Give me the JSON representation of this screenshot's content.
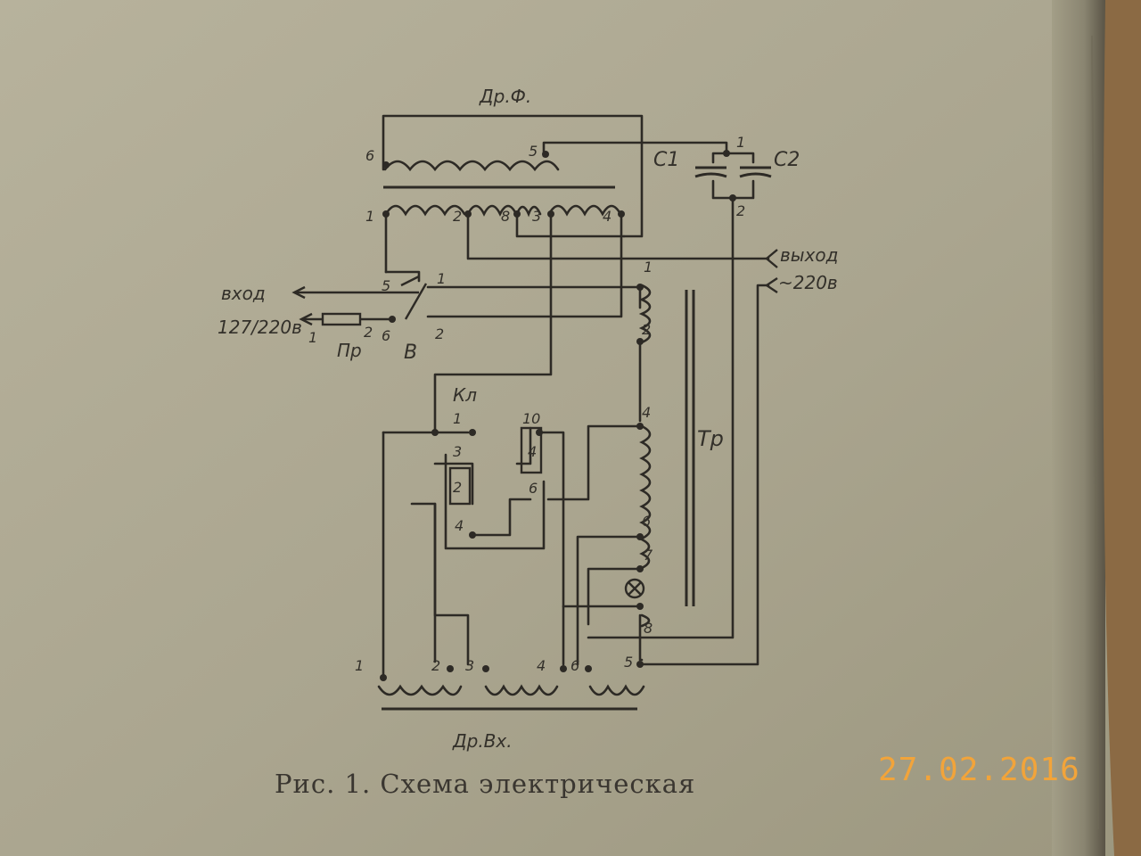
{
  "diagram": {
    "chokes": {
      "filter": "Др.Ф.",
      "input": "Др.Вх."
    },
    "capacitors": {
      "c1": "C1",
      "c2": "C2"
    },
    "transformer": "Тр",
    "relay": "Кл",
    "fuse": "Пр",
    "switch": "В",
    "terminals": {
      "input_line1": "вход",
      "input_line2": "127/220в",
      "output": "выход",
      "output_220": "~220в"
    },
    "pins": {
      "df_6": "6",
      "df_5": "5",
      "df_1": "1",
      "df_2": "2",
      "df_8": "8",
      "df_3": "3",
      "df_4": "4",
      "cap_1": "1",
      "cap_2": "2",
      "sw_1": "1",
      "sw_2": "2",
      "sw_5": "5",
      "fuse_1": "1",
      "fuse_2": "2",
      "fuse_6": "6",
      "tr_1": "1",
      "tr_2": "2",
      "tr_4": "4",
      "tr_6": "6",
      "tr_7": "7",
      "tr_8": "8",
      "tr_5": "5",
      "kl_1": "1",
      "kl_3": "3",
      "kl_2": "2",
      "kl_4": "4",
      "kl_10": "10",
      "kl_4b": "4",
      "kl_6": "6",
      "dv_1": "1",
      "dv_2": "2",
      "dv_3": "3",
      "dv_4": "4",
      "dv_6": "6"
    }
  },
  "caption": "Рис. 1. Схема электрическая",
  "datestamp": "27.02.2016"
}
